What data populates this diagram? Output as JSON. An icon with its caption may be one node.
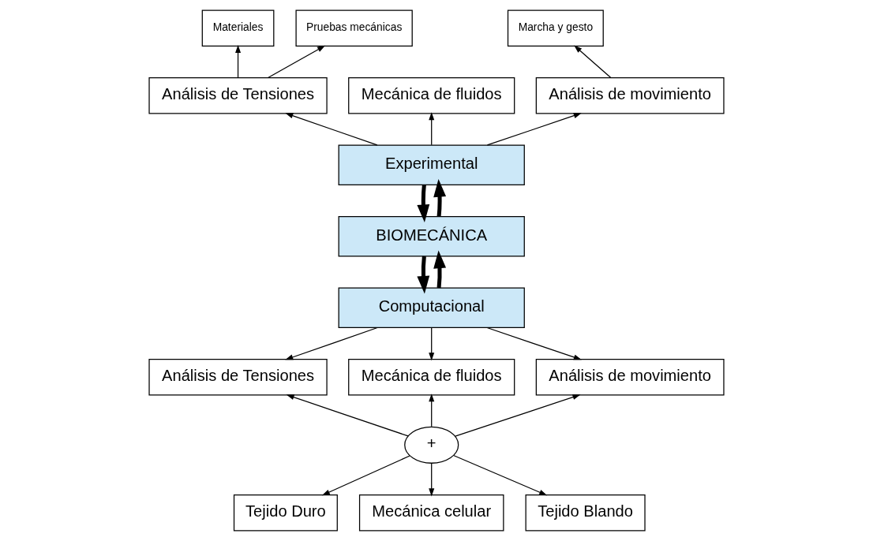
{
  "diagram": {
    "nodes": [
      {
        "text": [
          "Materiales"
        ]
      },
      {
        "text": [
          "Pruebas mecánicas"
        ]
      },
      {
        "text": [
          "Marcha y gesto"
        ]
      },
      {
        "text": [
          "Análisis de Tensiones"
        ]
      },
      {
        "text": [
          "Mecánica de fluidos"
        ]
      },
      {
        "text": [
          "Análisis de movimiento"
        ]
      },
      {
        "text": [
          "Experimental"
        ]
      },
      {
        "text": [
          "BIOMECÁNICA"
        ]
      },
      {
        "text": [
          "Computacional"
        ]
      },
      {
        "text": [
          "Análisis de Tensiones"
        ]
      },
      {
        "text": [
          "Mecánica de fluidos"
        ]
      },
      {
        "text": [
          "Análisis de movimiento"
        ]
      },
      {
        "text": [
          "+"
        ]
      },
      {
        "text": [
          "Tejido Duro"
        ]
      },
      {
        "text": [
          "Mecánica celular"
        ]
      },
      {
        "text": [
          "Tejido Blando"
        ]
      }
    ],
    "edges": [
      {
        "from": 3,
        "to": 0,
        "arrow": "to"
      },
      {
        "from": 3,
        "to": 1,
        "arrow": "to"
      },
      {
        "from": 5,
        "to": 2,
        "arrow": "to"
      },
      {
        "from": 6,
        "to": 3,
        "arrow": "to"
      },
      {
        "from": 6,
        "to": 4,
        "arrow": "to"
      },
      {
        "from": 6,
        "to": 5,
        "arrow": "to"
      },
      {
        "from": 6,
        "to": 7,
        "arrow": "to",
        "style": "thick"
      },
      {
        "from": 7,
        "to": 6,
        "arrow": "to",
        "style": "thick"
      },
      {
        "from": 7,
        "to": 8,
        "arrow": "to",
        "style": "thick"
      },
      {
        "from": 8,
        "to": 7,
        "arrow": "to",
        "style": "thick"
      },
      {
        "from": 8,
        "to": 9,
        "arrow": "to"
      },
      {
        "from": 8,
        "to": 10,
        "arrow": "to"
      },
      {
        "from": 8,
        "to": 11,
        "arrow": "to"
      },
      {
        "from": 12,
        "to": 9,
        "arrow": "to"
      },
      {
        "from": 12,
        "to": 10,
        "arrow": "to"
      },
      {
        "from": 12,
        "to": 11,
        "arrow": "to"
      },
      {
        "from": 12,
        "to": 13,
        "arrow": "to"
      },
      {
        "from": 12,
        "to": 14,
        "arrow": "to"
      },
      {
        "from": 12,
        "to": 15,
        "arrow": "to"
      }
    ]
  }
}
